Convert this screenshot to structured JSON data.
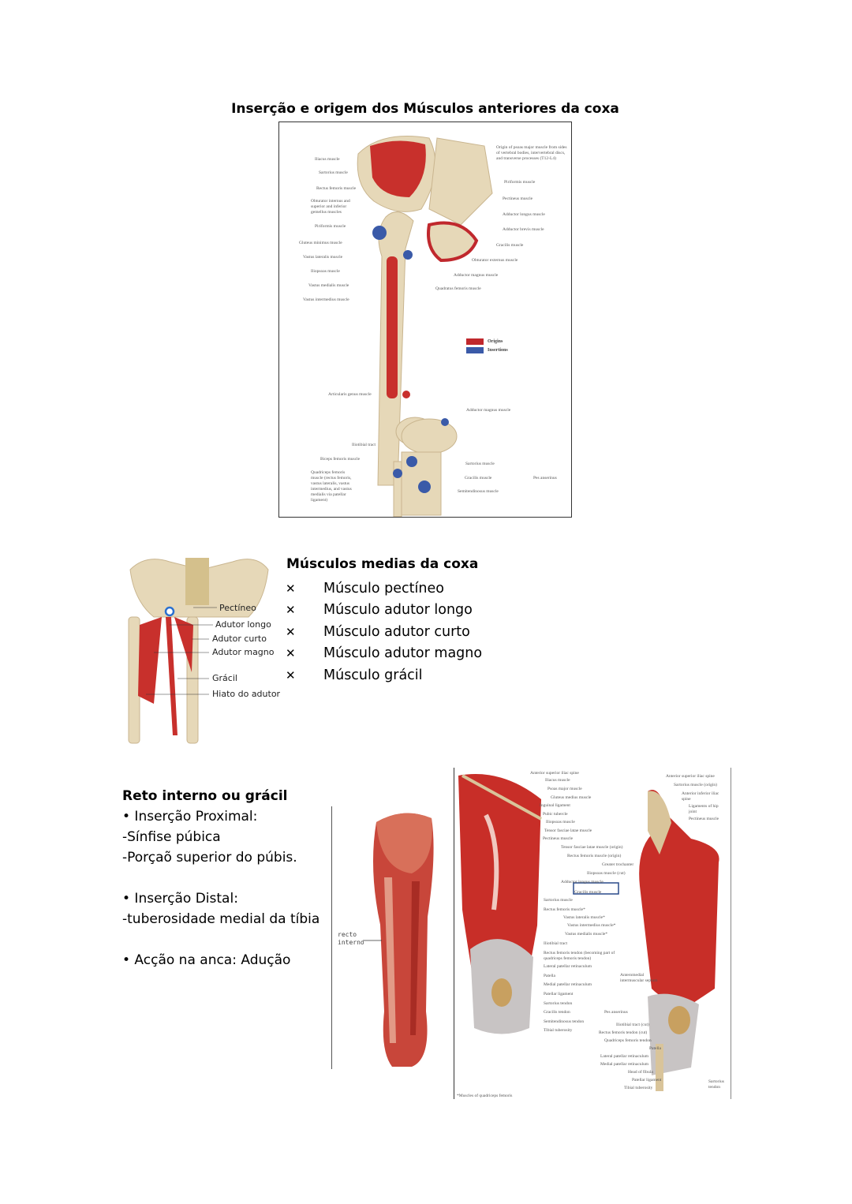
{
  "title": "Inserção e origem dos Músculos anteriores da coxa",
  "figure1": {
    "labels_left": [
      "Iliacus muscle",
      "Sartorius muscle",
      "Rectus femoris muscle",
      "Obturator internus and superior and inferior gemellus muscles",
      "Piriformis muscle",
      "Gluteus minimus muscle",
      "Vastus lateralis muscle",
      "Iliopsoas muscle",
      "Vastus medialis muscle",
      "Vastus intermedius muscle",
      "Articularis genus muscle",
      "Iliotibial tract",
      "Biceps femoris muscle",
      "Quadriceps femoris muscle (rectus femoris, vastus lateralis, vastus intermedius, and vastus medialis via patellar ligament)"
    ],
    "labels_right": [
      "Origin of psoas major muscle from sides of vertebral bodies, intervertebral discs, and transverse processes (T12-L4)",
      "Piriformis muscle",
      "Pectineus muscle",
      "Adductor longus muscle",
      "Adductor brevis muscle",
      "Gracilis muscle",
      "Obturator externus muscle",
      "Adductor magnus muscle",
      "Quadratus femoris muscle",
      "Adductor magnus muscle",
      "Sartorius muscle",
      "Gracilis muscle",
      "Semitendinosus muscle",
      "Pes anserinus"
    ],
    "legend": [
      {
        "label": "Origins",
        "color": "#c0282d"
      },
      {
        "label": "Insertions",
        "color": "#3a5aa8"
      }
    ]
  },
  "section2": {
    "heading": "Músculos medias da coxa",
    "bullet_icon": "x-mark",
    "items": [
      "Músculo pectíneo",
      "Músculo adutor longo",
      "Músculo adutor curto",
      "Músculo adutor magno",
      "Músculo grácil"
    ],
    "figure_labels": [
      "Pectíneo",
      "Adutor longo",
      "Adutor curto",
      "Adutor magno",
      "Grácil",
      "Hiato do adutor"
    ]
  },
  "section3": {
    "heading": "Reto interno ou grácil",
    "lines": [
      "• Inserção Proximal:",
      "-Sínfise púbica",
      "-Porçaõ superior do púbis.",
      "",
      "• Inserção Distal:",
      "-tuberosidade medial da tíbia",
      "",
      "• Acção na anca: Adução"
    ],
    "figure3_label": "recto interno",
    "figure4_labels_left": [
      "Anterior superior iliac spine",
      "Iliacus muscle",
      "Psoas major muscle",
      "Gluteus medius muscle",
      "Inguinal ligament",
      "Pubic tubercle",
      "Iliopsoas muscle",
      "Tensor fasciae latae muscle",
      "Pectineus muscle",
      "Tensor fasciae latae muscle (origin)",
      "Rectus femoris muscle (origin)",
      "Greater trochanter",
      "Iliopsoas muscle (cut)",
      "Adductor longus muscle",
      "Gracilis muscle",
      "Sartorius muscle",
      "Rectus femoris muscle*",
      "Vastus lateralis muscle*",
      "Vastus intermedius muscle*",
      "Vastus medialis muscle*",
      "Iliotibial tract",
      "Rectus femoris tendon (becoming part of quadriceps femoris tendon)",
      "Lateral patellar retinaculum",
      "Patella",
      "Medial patellar retinaculum",
      "Patellar ligament",
      "Sartorius tendon",
      "Gracilis tendon",
      "Semitendinosus tendon",
      "Tibial tuberosity",
      "Pes anserinus",
      "Anteromedial intermuscular septum"
    ],
    "figure4_labels_right": [
      "Anterior superior iliac spine",
      "Sartorius muscle (origin)",
      "Anterior inferior iliac spine",
      "Ligaments of hip joint",
      "Pectineus muscle",
      "Iliotibial tract (cut)",
      "Rectus femoris tendon (cut)",
      "Quadriceps femoris tendon",
      "Patella",
      "Lateral patellar retinaculum",
      "Medial patellar retinaculum",
      "Head of fibula",
      "Patellar ligament",
      "Tibial tuberosity",
      "Sartorius tendon"
    ],
    "figure4_caption": "*Muscles of quadriceps femoris"
  },
  "colors": {
    "muscle": "#c8302c",
    "bone": "#e6d8b8",
    "insertion": "#3a5aa8",
    "highlight_box": "#2a4a8a"
  }
}
